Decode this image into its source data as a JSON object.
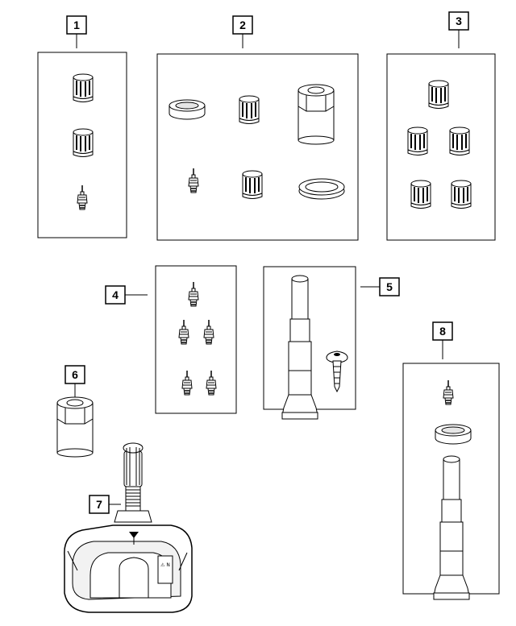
{
  "callouts": [
    {
      "label": "1"
    },
    {
      "label": "2"
    },
    {
      "label": "3"
    },
    {
      "label": "4"
    },
    {
      "label": "5"
    },
    {
      "label": "6"
    },
    {
      "label": "7"
    },
    {
      "label": "8"
    }
  ],
  "sensor_marking": "⚠ N",
  "colors": {
    "line": "#000000",
    "background": "#ffffff",
    "shade": "#cfcfcf"
  }
}
